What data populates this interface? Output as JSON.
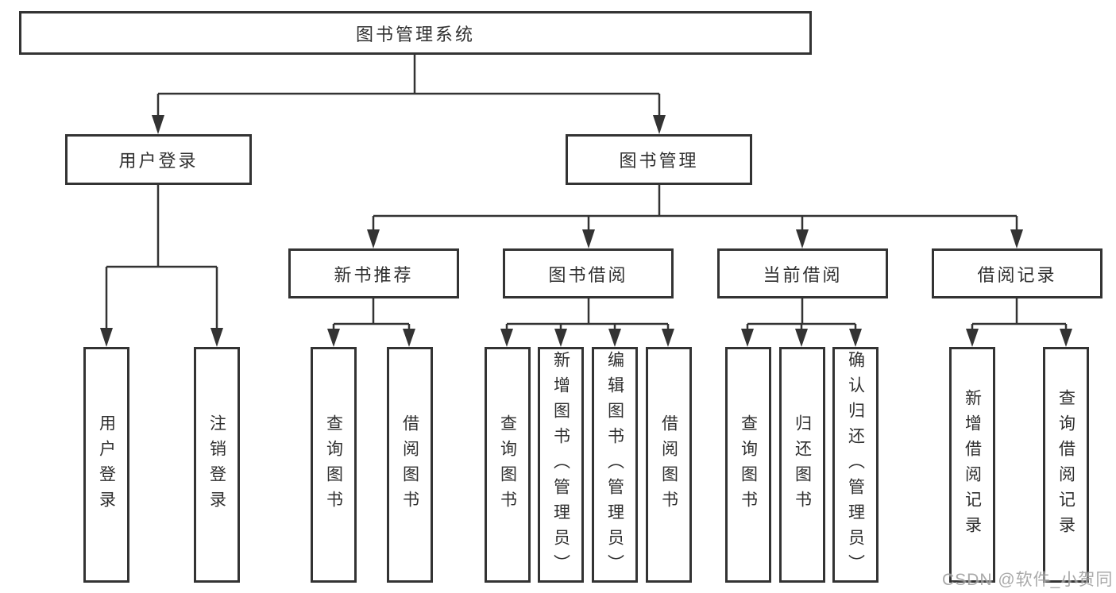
{
  "colors": {
    "line": "#333333",
    "text": "#2f2f2f",
    "background": "#ffffff",
    "watermark": "#9e9e9e"
  },
  "tree": {
    "root": {
      "label": "图书管理系统",
      "children": [
        {
          "label": "用户登录",
          "children": [
            {
              "label": "用户登录"
            },
            {
              "label": "注销登录"
            }
          ]
        },
        {
          "label": "图书管理",
          "children": [
            {
              "label": "新书推荐",
              "children": [
                {
                  "label": "查询图书"
                },
                {
                  "label": "借阅图书"
                }
              ]
            },
            {
              "label": "图书借阅",
              "children": [
                {
                  "label": "查询图书"
                },
                {
                  "label": "新增图书（管理员）"
                },
                {
                  "label": "编辑图书（管理员）"
                },
                {
                  "label": "借阅图书"
                }
              ]
            },
            {
              "label": "当前借阅",
              "children": [
                {
                  "label": "查询图书"
                },
                {
                  "label": "归还图书"
                },
                {
                  "label": "确认归还（管理员）"
                }
              ]
            },
            {
              "label": "借阅记录",
              "children": [
                {
                  "label": "新增借阅记录"
                },
                {
                  "label": "查询借阅记录"
                }
              ]
            }
          ]
        }
      ]
    }
  },
  "watermark": {
    "text": "CSDN @软件_小贺同学"
  }
}
